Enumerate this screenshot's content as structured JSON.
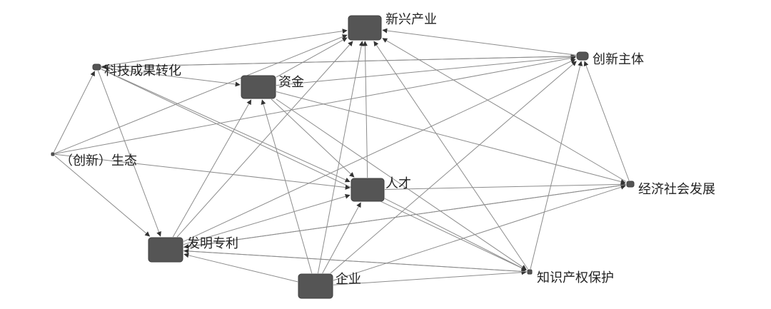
{
  "nodes": [
    {
      "id": "emerging",
      "label": "新兴产业",
      "name": "node-emerging-industry"
    },
    {
      "id": "innovator",
      "label": "创新主体",
      "name": "node-innovation-entity"
    },
    {
      "id": "techtransfer",
      "label": "科技成果转化",
      "name": "node-tech-transfer"
    },
    {
      "id": "capital",
      "label": "资金",
      "name": "node-capital"
    },
    {
      "id": "ecology",
      "label": "（创新）生态",
      "name": "node-innovation-ecology"
    },
    {
      "id": "talent",
      "label": "人才",
      "name": "node-talent"
    },
    {
      "id": "socioecon",
      "label": "经济社会发展",
      "name": "node-socioeconomic-development"
    },
    {
      "id": "patent",
      "label": "发明专利",
      "name": "node-invention-patent"
    },
    {
      "id": "enterprise",
      "label": "企业",
      "name": "node-enterprise"
    },
    {
      "id": "ipprotect",
      "label": "知识产权保护",
      "name": "node-ip-protection"
    }
  ],
  "edges": [
    [
      "enterprise",
      "emerging"
    ],
    [
      "enterprise",
      "capital"
    ],
    [
      "enterprise",
      "talent"
    ],
    [
      "enterprise",
      "patent"
    ],
    [
      "enterprise",
      "innovator"
    ],
    [
      "enterprise",
      "socioecon"
    ],
    [
      "enterprise",
      "ipprotect"
    ],
    [
      "patent",
      "emerging"
    ],
    [
      "patent",
      "capital"
    ],
    [
      "patent",
      "talent"
    ],
    [
      "patent",
      "innovator"
    ],
    [
      "patent",
      "socioecon"
    ],
    [
      "patent",
      "ipprotect"
    ],
    [
      "techtransfer",
      "emerging"
    ],
    [
      "techtransfer",
      "capital"
    ],
    [
      "techtransfer",
      "patent"
    ],
    [
      "techtransfer",
      "innovator"
    ],
    [
      "techtransfer",
      "ipprotect"
    ],
    [
      "techtransfer",
      "talent"
    ],
    [
      "ecology",
      "techtransfer"
    ],
    [
      "ecology",
      "emerging"
    ],
    [
      "ecology",
      "talent"
    ],
    [
      "ecology",
      "patent"
    ],
    [
      "ecology",
      "innovator"
    ],
    [
      "capital",
      "emerging"
    ],
    [
      "capital",
      "innovator"
    ],
    [
      "capital",
      "ipprotect"
    ],
    [
      "capital",
      "socioecon"
    ],
    [
      "capital",
      "talent"
    ],
    [
      "talent",
      "emerging"
    ],
    [
      "talent",
      "socioecon"
    ],
    [
      "talent",
      "ipprotect"
    ],
    [
      "socioecon",
      "emerging"
    ],
    [
      "socioecon",
      "innovator"
    ],
    [
      "socioecon",
      "patent"
    ],
    [
      "ipprotect",
      "emerging"
    ],
    [
      "ipprotect",
      "innovator"
    ],
    [
      "ipprotect",
      "patent"
    ],
    [
      "innovator",
      "emerging"
    ],
    [
      "innovator",
      "techtransfer"
    ]
  ]
}
